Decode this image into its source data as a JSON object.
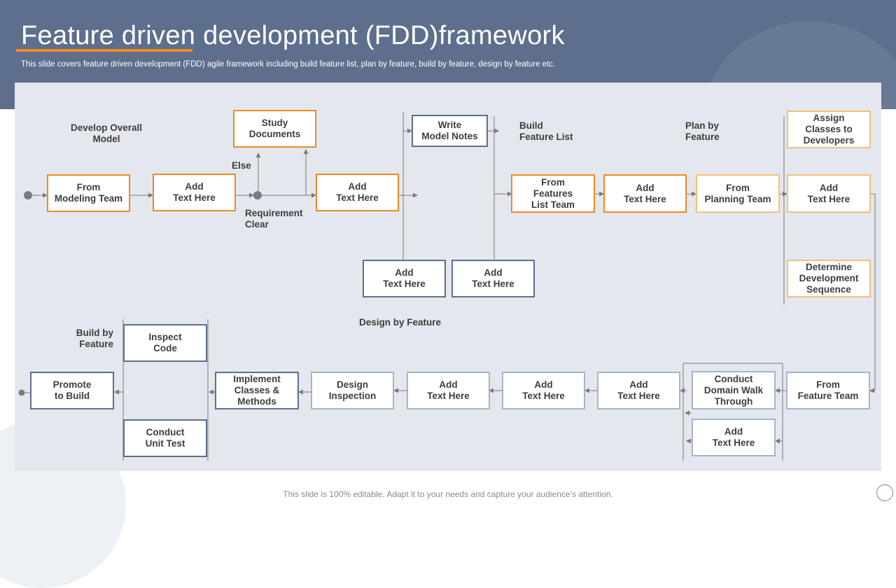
{
  "header": {
    "title": "Feature driven development (FDD)framework",
    "subtitle": "This slide covers feature driven development (FDD) agile framework including build feature list, plan by feature, build by feature, design by feature etc."
  },
  "footer": {
    "text": "This slide is 100% editable. Adapt it to your needs and capture your audience’s attention."
  },
  "colors": {
    "header": "#5d6f8d",
    "accent": "#ee8a1f",
    "panel": "#e4e7ee",
    "navy_border": "#5d6f8d",
    "light_border": "#a7b4c8"
  },
  "labels": {
    "develop_overall_model": "Develop Overall\nModel",
    "else": "Else",
    "requirement_clear": "Requirement\nClear",
    "build_feature_list": "Build\nFeature List",
    "plan_by_feature": "Plan by\nFeature",
    "design_by_feature": "Design by Feature",
    "build_by_feature": "Build by\nFeature"
  },
  "boxes": {
    "from_modeling_team": "From\nModeling Team",
    "add_text_1": "Add\nText Here",
    "study_documents": "Study\nDocuments",
    "add_text_2": "Add\nText Here",
    "write_model_notes": "Write\nModel Notes",
    "add_text_3": "Add\nText Here",
    "add_text_4": "Add\nText Here",
    "from_features_list_team": "From\nFeatures\nList Team",
    "add_text_5": "Add\nText Here",
    "from_planning_team": "From\nPlanning Team",
    "assign_classes": "Assign\nClasses  to\nDevelopers",
    "add_text_6": "Add\nText Here",
    "determine_sequence": "Determine\nDevelopment\nSequence",
    "from_feature_team": "From\nFeature Team",
    "conduct_domain_walk": "Conduct\nDomain Walk\nThrough",
    "add_text_7": "Add\nText Here",
    "add_text_8": "Add\nText Here",
    "add_text_9": "Add\nText Here",
    "add_text_10": "Add\nText Here",
    "design_inspection": "Design\nInspection",
    "implement_classes": "Implement\nClasses  &\nMethods",
    "inspect_code": "Inspect\nCode",
    "conduct_unit_test": "Conduct\nUnit Test",
    "promote_to_build": "Promote\nto Build"
  }
}
